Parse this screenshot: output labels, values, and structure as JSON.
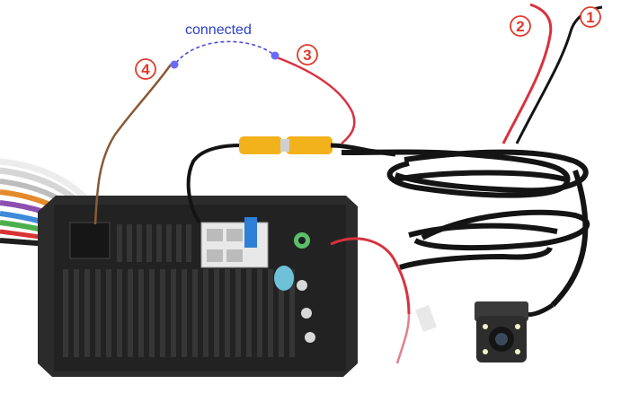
{
  "annotation": {
    "connected_label": "connected",
    "markers": [
      "1",
      "2",
      "3",
      "4"
    ]
  },
  "colors": {
    "marker": "#e23a2a",
    "connected_text": "#2a3fc8",
    "dashed_link": "#4a4ad8",
    "red_wire": "#d8323e",
    "brown_wire": "#8a5a36",
    "black_cable": "#141414",
    "rca_yellow": "#f2b21c",
    "unit_body": "#2a2a2a"
  }
}
